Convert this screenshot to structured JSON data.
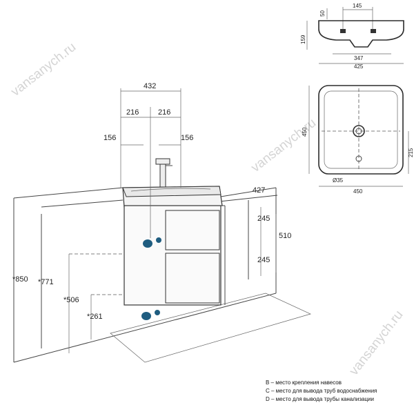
{
  "watermark": "vansanych.ru",
  "front_view": {
    "width_total": "432",
    "half_left": "216",
    "half_right": "216",
    "offset_left": "156",
    "offset_right": "156",
    "depth": "427",
    "drawer_top": "245",
    "drawer_bottom": "245",
    "body_height": "510",
    "height_850": "*850",
    "height_771": "*771",
    "height_506": "*506",
    "height_261": "*261"
  },
  "basin_front": {
    "dim_top_145": "145",
    "dim_50": "50",
    "dim_159": "159",
    "dim_347": "347",
    "dim_425": "425"
  },
  "basin_top": {
    "dim_450_side": "450",
    "dim_215": "215",
    "dim_hole": "Ø35",
    "dim_450_bottom": "450"
  },
  "markers": {
    "fixing_color": "#1f5d80"
  },
  "legend": [
    "B – место крепления навесов",
    "C – место для вывода труб водоснабжения",
    "D – место для вывода трубы канализации"
  ]
}
